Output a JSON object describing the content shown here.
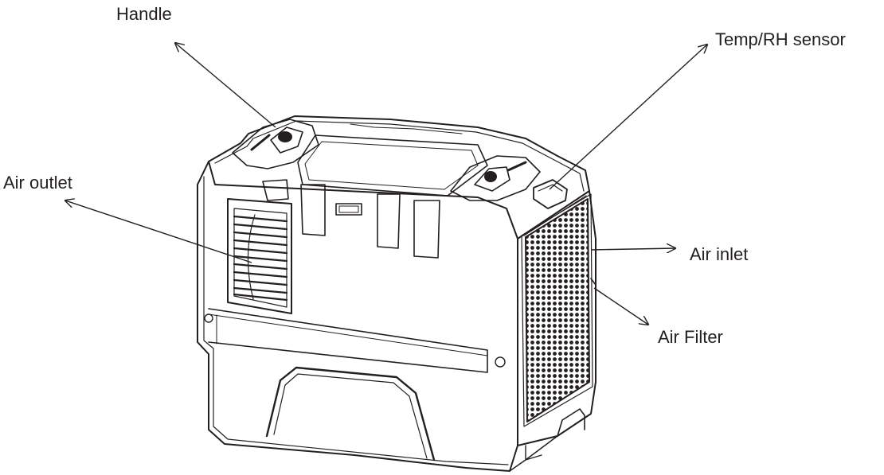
{
  "labels": {
    "handle": "Handle",
    "temp_rh_sensor": "Temp/RH sensor",
    "air_outlet": "Air outlet",
    "air_inlet": "Air inlet",
    "air_filter": "Air Filter"
  },
  "colors": {
    "ink": "#231f20",
    "background": "#ffffff"
  }
}
